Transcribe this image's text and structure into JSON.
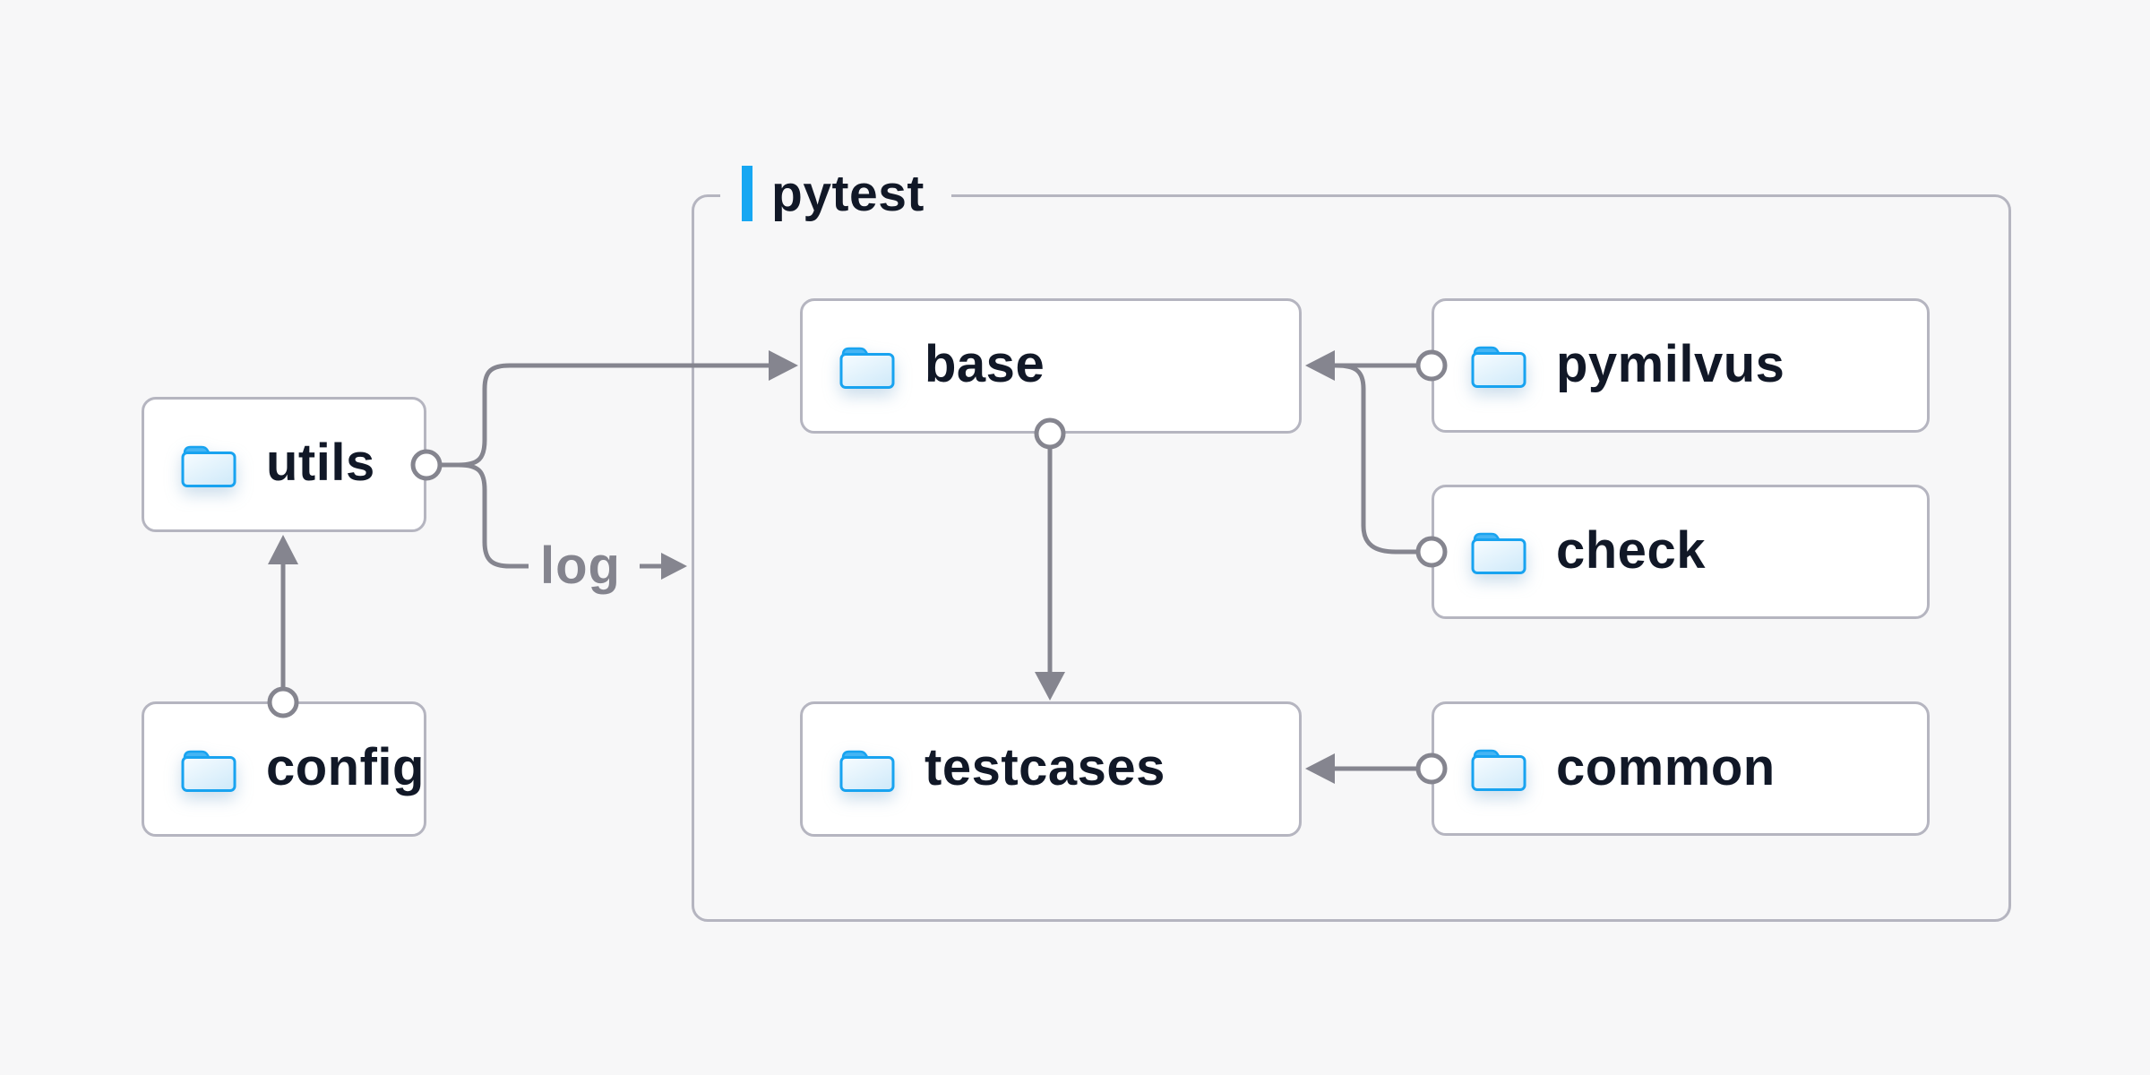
{
  "colors": {
    "background": "#f7f7f8",
    "node_background": "#ffffff",
    "border_gray": "#b5b5c0",
    "line_gray": "#85858f",
    "text_navy": "#111827",
    "accent_blue": "#17a7f2",
    "folder_blue": "#18a3f0"
  },
  "container": {
    "label": "pytest"
  },
  "nodes": {
    "utils": {
      "label": "utils"
    },
    "config": {
      "label": "config"
    },
    "base": {
      "label": "base"
    },
    "pymilvus": {
      "label": "pymilvus"
    },
    "check": {
      "label": "check"
    },
    "testcases": {
      "label": "testcases"
    },
    "common": {
      "label": "common"
    }
  },
  "log": {
    "label": "log"
  },
  "edges": [
    {
      "from": "config",
      "to": "utils"
    },
    {
      "from": "utils",
      "to": "base"
    },
    {
      "from": "utils",
      "to": "log"
    },
    {
      "from": "pymilvus",
      "to": "base"
    },
    {
      "from": "check",
      "to": "base"
    },
    {
      "from": "base",
      "to": "testcases"
    },
    {
      "from": "common",
      "to": "testcases"
    }
  ]
}
